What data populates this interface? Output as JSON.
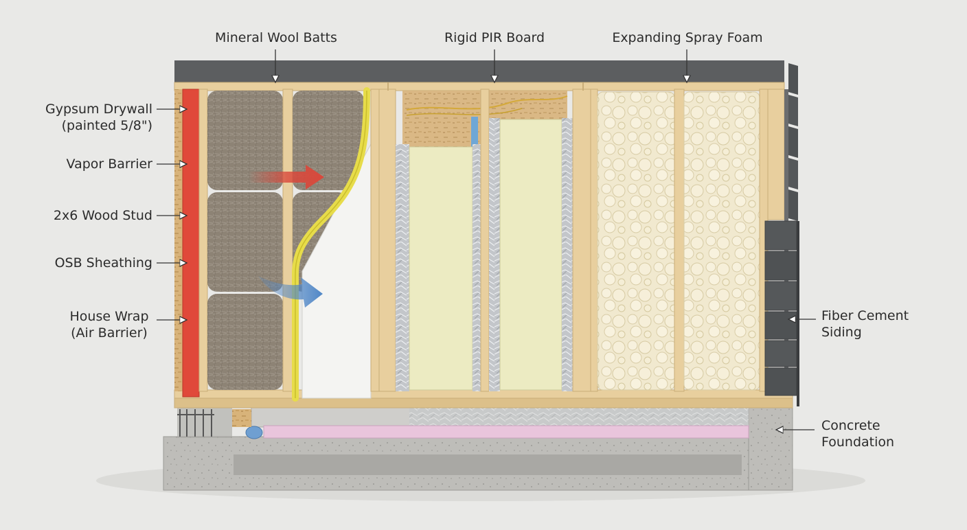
{
  "labels": {
    "mineral_wool": "Mineral Wool Batts",
    "rigid_pir": "Rigid PIR Board",
    "spray_foam": "Expanding Spray Foam",
    "gypsum_line1": "Gypsum Drywall",
    "gypsum_line2": "(painted 5/8\")",
    "vapor_barrier": "Vapor Barrier",
    "wood_stud": "2x6 Wood Stud",
    "osb": "OSB Sheathing",
    "house_wrap_line1": "House Wrap",
    "house_wrap_line2": "(Air Barrier)",
    "fiber_cement_line1": "Fiber Cement",
    "fiber_cement_line2": "Siding",
    "concrete_line1": "Concrete",
    "concrete_line2": "Foundation"
  },
  "colors": {
    "background": "#e9e9e7",
    "wood": "#e8cf9e",
    "house_wrap": "#e0493a",
    "vapor_barrier": "#e7dc4a",
    "mineral_wool": "#8c8274",
    "pir_board": "#ecebc2",
    "foil": "#c9ccd0",
    "spray_foam": "#f1e9cf",
    "siding": "#4f5254",
    "concrete": "#bdbcb8",
    "xps_pink": "#e9c5dc",
    "heat_arrow": "#d9483b",
    "air_arrow": "#4f86c6"
  }
}
